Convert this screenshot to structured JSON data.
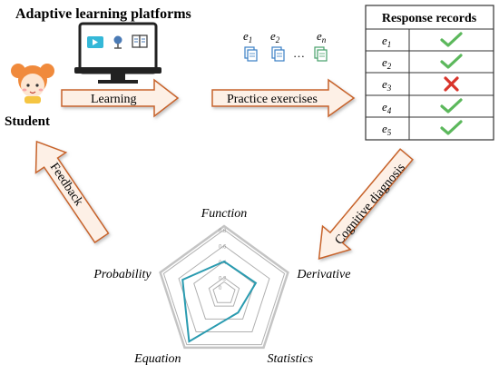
{
  "platform": {
    "title": "Adaptive learning platforms",
    "screen_icons": [
      "video-play-icon",
      "globe-icon",
      "book-icon"
    ]
  },
  "student": {
    "label": "Student",
    "avatar": "student-girl-avatar"
  },
  "flow": {
    "learning": "Learning",
    "practice": "Practice exercises",
    "cognitive": "Cognitive diagnosis",
    "feedback": "Feedback"
  },
  "exercises": {
    "items": [
      {
        "label": "e",
        "sub": "1",
        "color": "#3a7fc4"
      },
      {
        "label": "e",
        "sub": "2",
        "color": "#3a7fc4"
      },
      {
        "label": "e",
        "sub": "n",
        "color": "#46a06a"
      }
    ],
    "ellipsis": "…"
  },
  "records": {
    "title": "Response records",
    "rows": [
      {
        "label": "e",
        "sub": "1",
        "result": "correct"
      },
      {
        "label": "e",
        "sub": "2",
        "result": "correct"
      },
      {
        "label": "e",
        "sub": "3",
        "result": "wrong"
      },
      {
        "label": "e",
        "sub": "4",
        "result": "correct"
      },
      {
        "label": "e",
        "sub": "5",
        "result": "correct"
      }
    ]
  },
  "colors": {
    "arrow_stroke": "#c8642a",
    "arrow_fill": "#fdf0e6",
    "check": "#5cb85c",
    "cross": "#d9342b",
    "radar_line": "#2a9bb0",
    "grid": "#b0b0b0"
  },
  "chart_data": {
    "type": "radar",
    "axes": [
      "Function",
      "Derivative",
      "Statistics",
      "Equation",
      "Probability"
    ],
    "ticks": [
      "0",
      "0.2",
      "0.4",
      "0.6",
      "0.8"
    ],
    "range": [
      0,
      0.8
    ],
    "series": [
      {
        "values": [
          0.4,
          0.42,
          0.3,
          0.75,
          0.55
        ]
      }
    ]
  }
}
